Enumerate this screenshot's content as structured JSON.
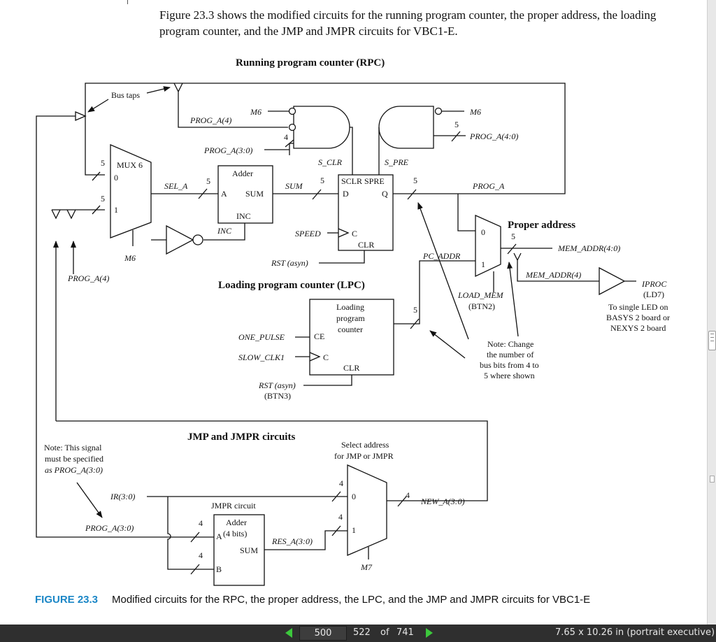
{
  "intro": "Figure 23.3 shows the modified circuits for the running program counter, the proper address, the loading program counter, and the JMP and JMPR circuits for VBC1-E.",
  "headings": {
    "rpc": "Running program counter (RPC)",
    "lpc": "Loading program counter (LPC)",
    "jmp": "JMP and JMPR circuits",
    "proper": "Proper address"
  },
  "labels": {
    "bus_taps": "Bus taps",
    "m6": "M6",
    "prog_a4": "PROG_A(4)",
    "prog_a40": "PROG_A(4:0)",
    "prog_a30": "PROG_A(3:0)",
    "five": "5",
    "four": "4",
    "zero": "0",
    "one": "1",
    "mux6": "MUX 6",
    "sel_a": "SEL_A",
    "adder": "Adder",
    "a": "A",
    "b": "B",
    "sum": "SUM",
    "inc": "INC",
    "sum_sig": "SUM",
    "inc_sig": "INC",
    "s_clr": "S_CLR",
    "s_pre": "S_PRE",
    "sclr_spre": "SCLR SPRE",
    "d": "D",
    "q": "Q",
    "prog_a": "PROG_A",
    "speed": "SPEED",
    "c": "C",
    "clr": "CLR",
    "rst_asyn": "RST (asyn)",
    "pc_addr": "PC_ADDR",
    "mem_addr40": "MEM_ADDR(4:0)",
    "mem_addr4": "MEM_ADDR(4)",
    "iproc": "IPROC",
    "ld7": "(LD7)",
    "to_led_1": "To single LED on",
    "to_led_2": "BASYS 2 board or",
    "to_led_3": "NEXYS 2 board",
    "load_mem": "LOAD_MEM",
    "btn2": "(BTN2)",
    "lpc_box_1": "Loading",
    "lpc_box_2": "program",
    "lpc_box_3": "counter",
    "ce": "CE",
    "one_pulse": "ONE_PULSE",
    "slow_clk1": "SLOW_CLK1",
    "btn3": "(BTN3)",
    "note_change_1": "Note: Change",
    "note_change_2": "the number of",
    "note_change_3": "bus bits from 4 to",
    "note_change_4": "5 where shown",
    "note_signal_1": "Note: This signal",
    "note_signal_2": "must be specified",
    "note_signal_3": "as PROG_A(3:0)",
    "select_1": "Select address",
    "select_2": "for JMP or JMPR",
    "ir30": "IR(3:0)",
    "jmpr_circuit": "JMPR circuit",
    "adder_4bits": "(4 bits)",
    "res_a30": "RES_A(3:0)",
    "new_a30": "NEW_A(3:0)",
    "m7": "M7"
  },
  "caption": {
    "label": "FIGURE 23.3",
    "text": "Modified circuits for the RPC, the proper address, the LPC, and the JMP and JMPR circuits for VBC1-E"
  },
  "statusbar": {
    "page_input": "500",
    "current_page": "522",
    "of_label": "of",
    "total_pages": "741",
    "page_size": "7.65 x 10.26 in (portrait executive)"
  },
  "colors": {
    "caption_accent": "#1a86c6",
    "nav_arrow": "#3cc83c",
    "statusbar_bg": "#2f2f2f"
  }
}
